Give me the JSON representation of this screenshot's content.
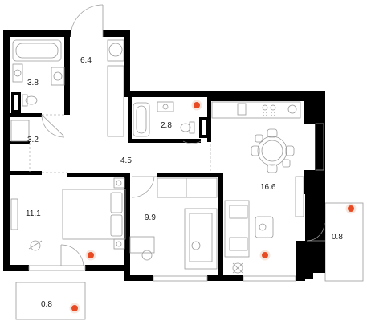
{
  "colors": {
    "wall": "#000000",
    "furniture": "#9a9a9a",
    "marker": "#e84a24",
    "marker_halo": "#f6e6de",
    "background": "#ffffff"
  },
  "rooms": [
    {
      "id": "bathroom",
      "label": "3.8"
    },
    {
      "id": "hall-upper",
      "label": "6.4"
    },
    {
      "id": "wc",
      "label": "2.8"
    },
    {
      "id": "closet",
      "label": "3.2"
    },
    {
      "id": "corridor",
      "label": "4.5"
    },
    {
      "id": "living-kitchen",
      "label": "16.6"
    },
    {
      "id": "bedroom",
      "label": "11.1"
    },
    {
      "id": "room",
      "label": "9.9"
    },
    {
      "id": "balcony-right",
      "label": "0.8"
    },
    {
      "id": "balcony-bottom",
      "label": "0.8"
    }
  ],
  "markers": [
    {
      "id": "marker-wc",
      "icon": "camera-marker-icon"
    },
    {
      "id": "marker-balcony-right",
      "icon": "camera-marker-icon"
    },
    {
      "id": "marker-bedroom",
      "icon": "camera-marker-icon"
    },
    {
      "id": "marker-living",
      "icon": "camera-marker-icon"
    },
    {
      "id": "marker-balcony-bottom",
      "icon": "camera-marker-icon"
    }
  ]
}
